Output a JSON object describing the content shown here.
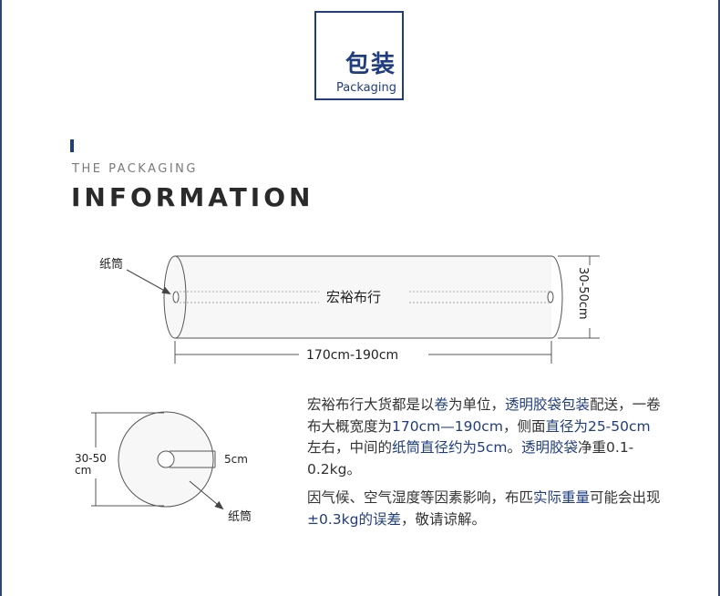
{
  "header": {
    "title_cn": "包装",
    "title_en": "Packaging"
  },
  "section": {
    "subtitle": "THE PACKAGING",
    "title": "INFORMATION"
  },
  "roll_diagram": {
    "tube_label": "纸筒",
    "center_label": "宏裕布行",
    "length_label": "170cm-190cm",
    "diameter_label": "30-50cm"
  },
  "cross_section": {
    "diameter_label_line1": "30-50",
    "diameter_label_line2": "cm",
    "core_label": "5cm",
    "tube_label": "纸筒"
  },
  "description": {
    "p1": [
      {
        "text": "宏裕布行大货都是以",
        "hl": false
      },
      {
        "text": "卷",
        "hl": true
      },
      {
        "text": "为单位，",
        "hl": false
      },
      {
        "text": "透明胶袋包装",
        "hl": true
      },
      {
        "text": "配送，一卷布大概宽度为",
        "hl": false
      },
      {
        "text": "170cm—190cm",
        "hl": true
      },
      {
        "text": "，侧面",
        "hl": false
      },
      {
        "text": "直径为25-50cm",
        "hl": true
      },
      {
        "text": "左右，中间的",
        "hl": false
      },
      {
        "text": "纸筒直径约为5cm",
        "hl": true
      },
      {
        "text": "。",
        "hl": false
      },
      {
        "text": "透明胶袋",
        "hl": true
      },
      {
        "text": "净重0.1-0.2kg。",
        "hl": false
      }
    ],
    "p2": [
      {
        "text": "因气候、空气湿度等因素影响，布匹",
        "hl": false
      },
      {
        "text": "实际重量",
        "hl": true
      },
      {
        "text": "可能会出现",
        "hl": false
      },
      {
        "text": "±0.3kg的误差",
        "hl": true
      },
      {
        "text": "，敬请谅解。",
        "hl": false
      }
    ]
  },
  "colors": {
    "brand": "#1f3d80",
    "frame": "#2d4673",
    "text": "#333333"
  }
}
